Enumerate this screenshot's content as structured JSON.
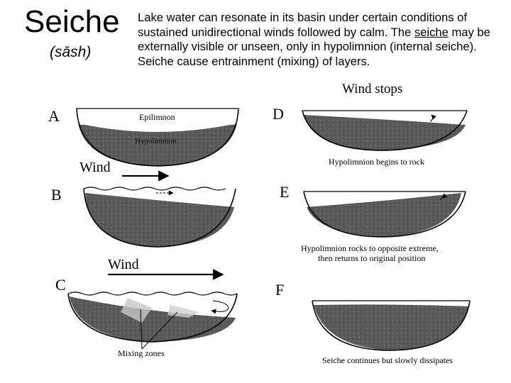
{
  "title": "Seiche",
  "pronunciation": "(sāsh)",
  "description": {
    "part1": "Lake water can resonate in its basin under certain conditions of sustained unidirectional winds followed by calm.  The ",
    "underlined": "seiche",
    "part2": " may be externally visible or unseen, only in hypolimnion (internal seiche).  Seiche cause entrainment (mixing) of layers."
  },
  "panels": {
    "a": {
      "letter": "A",
      "epilimnion_label": "Epilimnon",
      "hypolimnion_label": "Hypolimnion"
    },
    "b": {
      "letter": "B",
      "wind_label": "Wind"
    },
    "c": {
      "letter": "C",
      "wind_label": "Wind",
      "caption": "Mixing zones"
    },
    "d": {
      "letter": "D",
      "header": "Wind stops",
      "caption": "Hypolimnion begins to rock"
    },
    "e": {
      "letter": "E",
      "caption_line1": "Hypolimnion rocks to opposite extreme,",
      "caption_line2": "then returns to original position"
    },
    "f": {
      "letter": "F",
      "caption": "Seiche continues but slowly dissipates"
    }
  },
  "colors": {
    "water": "#5a5a5a",
    "surface": "#ffffff",
    "line": "#000000"
  }
}
